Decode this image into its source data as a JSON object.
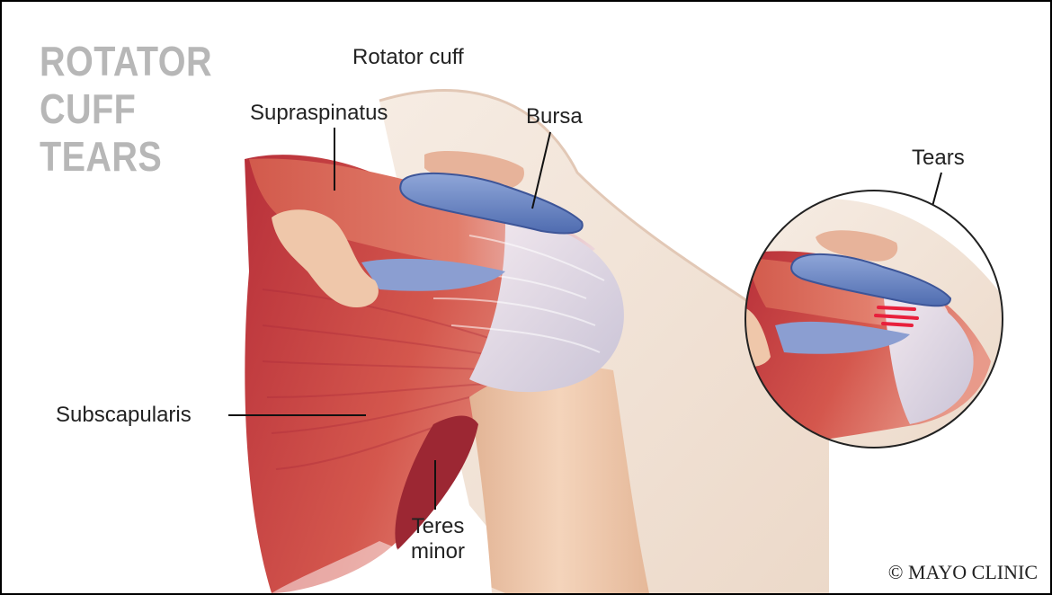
{
  "title": {
    "lines": [
      "ROTATOR",
      "CUFF",
      "TEARS"
    ]
  },
  "labels": {
    "rotator_cuff": "Rotator cuff",
    "supraspinatus": "Supraspinatus",
    "bursa": "Bursa",
    "tears": "Tears",
    "subscapularis": "Subscapularis",
    "teres_minor_line1": "Teres",
    "teres_minor_line2": "minor"
  },
  "copyright": "© MAYO CLINIC",
  "colors": {
    "muscle": "#c8413f",
    "muscle_light": "#e07a6a",
    "tendon": "#e8dde6",
    "bursa": "#5a78b8",
    "bone": "#efc7aa",
    "skin": "#f1e4d9",
    "tear": "#e8203c",
    "title": "#b7b7b7"
  }
}
